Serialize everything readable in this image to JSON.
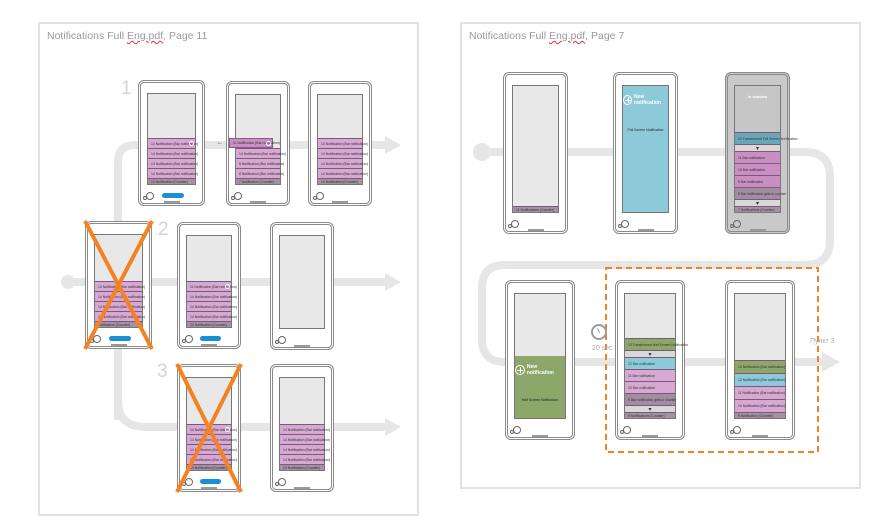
{
  "colors": {
    "pink": "#d7a8d2",
    "pink_dark": "#c98ec2",
    "mauve": "#a28da0",
    "blue": "#8ccada",
    "teal": "#6aa7b8",
    "green": "#8da66a",
    "orange": "#f58220",
    "button": "#1a8fd6"
  },
  "left_panel": {
    "title_pre": "Notifications Full ",
    "title_misspelled": "Eng.pdf",
    "title_post": ", Page 11",
    "step_numbers": [
      "1",
      "2",
      "3"
    ]
  },
  "right_panel": {
    "title_pre": "Notifications Full ",
    "title_misspelled": "Eng.pdf",
    "title_post": ", Page 7",
    "timer_label": "20 sec",
    "next_label": "Пункт 3"
  },
  "phones": [
    {
      "id": "l1",
      "crossed": false,
      "button": true,
      "rows": [
        {
          "type": "bar",
          "text": "14 Notification (Bar notification)",
          "color": "pink",
          "check": true
        },
        {
          "type": "bar",
          "text": "14 Notification (Bar notification)",
          "color": "pink"
        },
        {
          "type": "bar",
          "text": "13 Notification (Bar notification)",
          "color": "pink"
        },
        {
          "type": "bar",
          "text": "14 Notification (Bar notification)",
          "color": "pink"
        },
        {
          "type": "counter",
          "text": "13 Notification (Counter)"
        }
      ]
    },
    {
      "id": "l2",
      "crossed": false,
      "button": false,
      "rows": [
        {
          "type": "bar",
          "text": "11 Notification (Bar notification)",
          "color": "pink_dark",
          "check": true,
          "swiped": true
        },
        {
          "type": "bar",
          "text": "14 Notification (Bar notification)",
          "color": "pink"
        },
        {
          "type": "bar",
          "text": "8 Notification (Bar notification)",
          "color": "pink"
        },
        {
          "type": "bar",
          "text": "8 Notification (Bar notification)",
          "color": "pink"
        },
        {
          "type": "counter",
          "text": "7 Notification (Counter)"
        }
      ]
    },
    {
      "id": "l3",
      "crossed": false,
      "button": false,
      "rows": [
        {
          "type": "bar",
          "text": "14 Notification (Bar notification)",
          "color": "pink"
        },
        {
          "type": "bar",
          "text": "14 Notification (Bar notification)",
          "color": "pink"
        },
        {
          "type": "bar",
          "text": "14 Notification (Bar notification)",
          "color": "pink"
        },
        {
          "type": "bar",
          "text": "14 Notification (Bar notification)",
          "color": "pink"
        },
        {
          "type": "counter",
          "text": "13 Notification (Counter)"
        }
      ]
    },
    {
      "id": "l4",
      "crossed": true,
      "button": true,
      "rows": [
        {
          "type": "bar",
          "text": "14 Notification (Bar notification)",
          "color": "pink"
        },
        {
          "type": "bar",
          "text": "14 Notification (Bar notification)",
          "color": "pink"
        },
        {
          "type": "bar",
          "text": "14 Notification (Bar notification)",
          "color": "pink"
        },
        {
          "type": "bar",
          "text": "14 Notification (Bar notification)",
          "color": "pink"
        },
        {
          "type": "counter",
          "text": "Notification (Counter)"
        }
      ]
    },
    {
      "id": "l5",
      "crossed": false,
      "button": true,
      "rows": [
        {
          "type": "bar",
          "text": "11 Notification (Bar notification)",
          "color": "pink",
          "check": true
        },
        {
          "type": "bar",
          "text": "14 Notification (Bar notification)",
          "color": "pink"
        },
        {
          "type": "bar",
          "text": "14 Notification (Bar notification)",
          "color": "pink"
        },
        {
          "type": "bar",
          "text": "14 Notification (Bar notification)",
          "color": "pink"
        },
        {
          "type": "counter",
          "text": "13 Notification (Counter)"
        }
      ]
    },
    {
      "id": "l6",
      "crossed": false,
      "button": false,
      "rows": []
    },
    {
      "id": "l7",
      "crossed": true,
      "button": true,
      "rows": [
        {
          "type": "bar",
          "text": "14 Notification (Bar notification)",
          "color": "pink",
          "check": true
        },
        {
          "type": "bar",
          "text": "14 Notification (Bar notification)",
          "color": "pink"
        },
        {
          "type": "bar",
          "text": "14 Notification (Bar notification)",
          "color": "pink"
        },
        {
          "type": "bar",
          "text": "14 Notification (Bar notification)",
          "color": "pink"
        },
        {
          "type": "counter",
          "text": "13 Notification (Counter)"
        }
      ]
    },
    {
      "id": "l8",
      "crossed": false,
      "button": false,
      "rows": [
        {
          "type": "bar",
          "text": "14 Notification (Bar notification)",
          "color": "pink"
        },
        {
          "type": "bar",
          "text": "14 Notification (Bar notification)",
          "color": "pink"
        },
        {
          "type": "bar",
          "text": "14 Notification (Bar notification)",
          "color": "pink"
        },
        {
          "type": "bar",
          "text": "14 Notification (Bar notification)",
          "color": "pink"
        },
        {
          "type": "counter",
          "text": "13 Notification (Counter)"
        }
      ]
    },
    {
      "id": "r1",
      "rows": [
        {
          "type": "counter",
          "text": "11 Notifications (Counter)"
        }
      ]
    },
    {
      "id": "r2",
      "full": {
        "color": "blue",
        "title": "New notification",
        "text": "Full Screen Notification"
      },
      "rows": []
    },
    {
      "id": "r3",
      "shadow": true,
      "top_text": "In shadow",
      "rows": [
        {
          "type": "bar",
          "text": "12 Transformed Full Screen Notification",
          "color": "teal"
        },
        {
          "type": "spacer"
        },
        {
          "type": "bar",
          "text": "11 Bar notification",
          "color": "pink_dark"
        },
        {
          "type": "bar",
          "text": "10 Bar notification",
          "color": "pink_dark"
        },
        {
          "type": "bar",
          "text": "9 Bar notification",
          "color": "pink_dark"
        },
        {
          "type": "bar",
          "text": "8 Bar notification gets in counter",
          "color": "mauve"
        },
        {
          "type": "spacer"
        },
        {
          "type": "counter",
          "text": "7 Notifications (Counter)"
        }
      ]
    },
    {
      "id": "r4",
      "half": {
        "color": "green",
        "title": "New notification",
        "text": "Half Screen Notification"
      },
      "rows": []
    },
    {
      "id": "r5",
      "rows": [
        {
          "type": "bar",
          "text": "13 Transformed Half Screen Notification",
          "color": "green"
        },
        {
          "type": "spacer"
        },
        {
          "type": "bar",
          "text": "12 Bar notification",
          "color": "blue"
        },
        {
          "type": "bar",
          "text": "11 Bar notification",
          "color": "pink"
        },
        {
          "type": "bar",
          "text": "10 Bar notification",
          "color": "pink"
        },
        {
          "type": "bar",
          "text": "9 Bar notification gets in counter",
          "color": "mauve"
        },
        {
          "type": "spacer"
        },
        {
          "type": "counter",
          "text": "8 Notifications (Counter)"
        }
      ]
    },
    {
      "id": "r6",
      "rows": [
        {
          "type": "bar",
          "text": "13 Notification (Bar notification)",
          "color": "green"
        },
        {
          "type": "bar",
          "text": "12 Notification (Bar notification)",
          "color": "blue"
        },
        {
          "type": "bar",
          "text": "11 Notification (Bar notification)",
          "color": "pink"
        },
        {
          "type": "bar",
          "text": "10 Notification (Bar notification)",
          "color": "pink"
        },
        {
          "type": "counter",
          "text": "9 Notification (Counter)"
        }
      ]
    }
  ]
}
